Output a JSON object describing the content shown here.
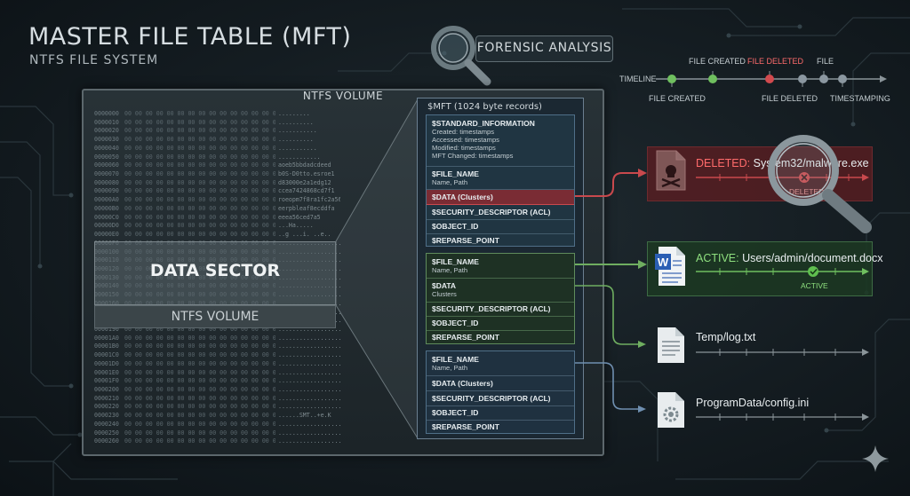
{
  "header": {
    "title": "MASTER FILE TABLE (MFT)",
    "subtitle": "NTFS FILE SYSTEM"
  },
  "forensic": {
    "label": "FORENSIC ANALYSIS",
    "icon": "magnifier-icon"
  },
  "volume": {
    "title": "NTFS VOLUME",
    "data_sector_label": "DATA SECTOR",
    "bottom_label": "NTFS VOLUME"
  },
  "mft": {
    "title": "$MFT (1024 byte records)",
    "record1": {
      "std_info": "$STANDARD_INFORMATION",
      "std_info_lines": [
        "Created: timestamps",
        "Accessed: timestamps",
        "Modified: timestamps",
        "MFT Changed: timestamps"
      ],
      "file_name": "$FILE_NAME",
      "file_name_sub": "Name, Path",
      "data": "$DATA (Clusters)",
      "security": "$SECURITY_DESCRIPTOR (ACL)",
      "object_id": "$OBJECT_ID",
      "reparse": "$REPARSE_POINT"
    },
    "record2": {
      "file_name": "$FILE_NAME",
      "file_name_sub": "Name, Path",
      "data": "$DATA",
      "data_sub": "Clusters",
      "security": "$SECURITY_DESCRIPTOR (ACL)",
      "object_id": "$OBJECT_ID",
      "reparse": "$REPARSE_POINT"
    },
    "record3": {
      "file_name": "$FILE_NAME",
      "file_name_sub": "Name, Path",
      "data": "$DATA (Clusters)",
      "security": "$SECURITY_DESCRIPTOR (ACL)",
      "object_id": "$OBJECT_ID",
      "reparse": "$REPARSE_POINT"
    }
  },
  "timeline": {
    "label": "TIMELINE",
    "above": [
      "FILE CREATED",
      "FILE DELETED",
      "FILE"
    ],
    "below": [
      "FILE CREATED",
      "FILE DELETED",
      "TIMESTAMPING"
    ]
  },
  "files": {
    "deleted": {
      "prefix": "DELETED:",
      "path": "System32/malware.exe",
      "status": "DELETED",
      "icon": "skull-file-icon"
    },
    "active": {
      "prefix": "ACTIVE:",
      "path": "Users/admin/document.docx",
      "status": "ACTIVE",
      "icon": "word-document-icon"
    },
    "temp": {
      "path": "Temp/log.txt",
      "icon": "text-file-icon"
    },
    "config": {
      "path": "ProgramData/config.ini",
      "icon": "config-file-icon"
    }
  },
  "colors": {
    "deleted": "#c9494d",
    "active": "#6fbf5f",
    "record_border": "#4f6f88",
    "timeline_line": "#8a9499"
  },
  "hexdump": {
    "offsets": [
      "0000000",
      "0000010",
      "0000020",
      "0000030",
      "0000040",
      "0000050",
      "0000060",
      "0000070",
      "0000080",
      "0000090",
      "00000A0",
      "00000B0",
      "00000C0",
      "00000D0",
      "00000E0",
      "00000F0",
      "0000100",
      "0000110",
      "0000120",
      "0000130",
      "0000140",
      "0000150",
      "0000160",
      "0000170",
      "0000180",
      "0000190",
      "00001A0",
      "00001B0",
      "00001C0",
      "00001D0",
      "00001E0",
      "00001F0",
      "0000200",
      "0000210",
      "0000220",
      "0000230",
      "0000240",
      "0000250",
      "0000260"
    ],
    "ascii": [
      ".........",
      "..........",
      "...........",
      "..........",
      "...........",
      "............",
      "aoeb5bbdadcdeed",
      "b0S-D0tto.esroe1",
      "d83000e2a1edg12",
      "ccea7424868cd7f1",
      "roeopm7f8ra1fc2a56d",
      "eerpbleaf8ecddfa",
      "eeea56ced7a5",
      "...Ha.....",
      "..g ...i. ..e..",
      "...................",
      "...................",
      "...................",
      "...................",
      "...................",
      "...................",
      "...................",
      "...................",
      "...................",
      "...................",
      "...................",
      "...................",
      "...................",
      "...................",
      "...................",
      "...................",
      "...................",
      "...................",
      "...................",
      "...................",
      "......SMT..+e.K",
      "...................",
      "...................",
      "..................."
    ]
  }
}
